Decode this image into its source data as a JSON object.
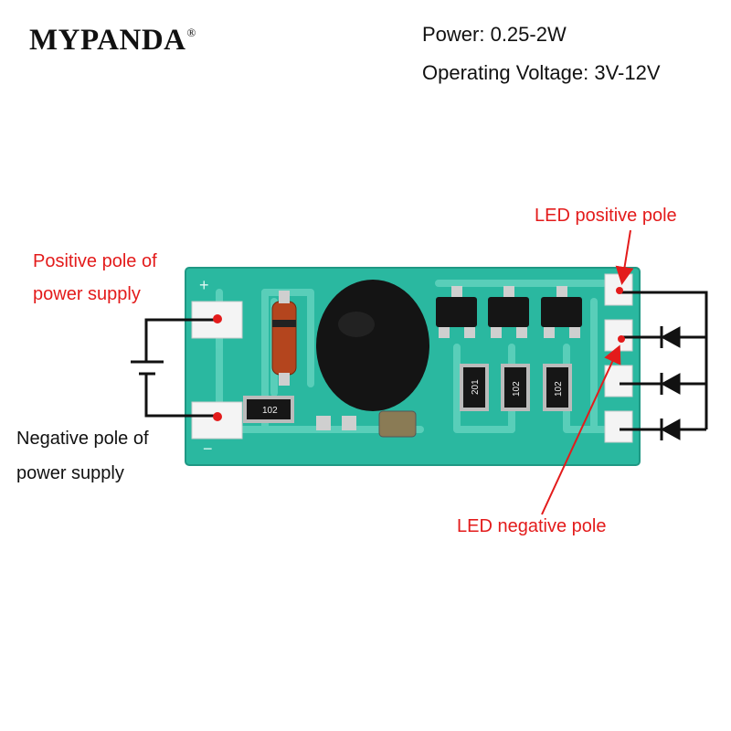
{
  "brand": {
    "name": "MYPANDA",
    "mark": "®"
  },
  "specs": {
    "power": "Power: 0.25-2W",
    "voltage": "Operating Voltage: 3V-12V"
  },
  "labels": {
    "power_positive_line1": "Positive pole of",
    "power_positive_line2": "power supply",
    "power_negative_line1": "Negative pole of",
    "power_negative_line2": "power supply",
    "led_positive": "LED positive pole",
    "led_negative": "LED negative pole"
  },
  "board_markings": {
    "resistor_left": "102",
    "resistor_1": "201",
    "resistor_2": "102",
    "resistor_3": "102"
  },
  "colors": {
    "pcb": "#2ab8a0",
    "pcb_trace": "#5fd1bc",
    "annotation": "#e31b1b",
    "wire": "#111111"
  }
}
